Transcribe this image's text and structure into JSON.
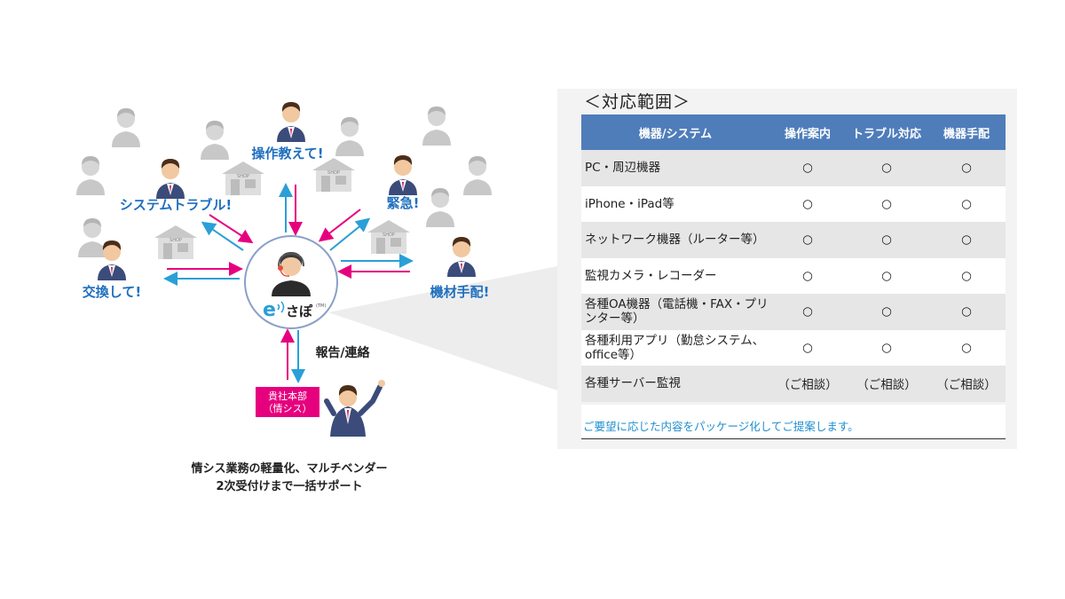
{
  "diagram": {
    "requests": {
      "teach": "操作教えて!",
      "trouble": "システムトラブル!",
      "urgent": "緊急!",
      "exchange": "交換して!",
      "procure": "機材手配!"
    },
    "report_label": "報告/連絡",
    "hq_box": {
      "line1": "貴社本部",
      "line2": "（情シス）"
    },
    "logo": {
      "mark": "e",
      "text": "さぽ",
      "tm": "(TM)"
    },
    "shop_sign": "SHOP",
    "caption": {
      "line1": "情シス業務の軽量化、マルチベンダー",
      "line2": "2次受付けまで一括サポート"
    }
  },
  "panel": {
    "title": "＜対応範囲＞",
    "headers": [
      "機器/システム",
      "操作案内",
      "トラブル対応",
      "機器手配"
    ],
    "rows": [
      {
        "name": "PC・周辺機器",
        "c1": "○",
        "c2": "○",
        "c3": "○"
      },
      {
        "name": "iPhone・iPad等",
        "c1": "○",
        "c2": "○",
        "c3": "○"
      },
      {
        "name": "ネットワーク機器（ルーター等）",
        "c1": "○",
        "c2": "○",
        "c3": "○"
      },
      {
        "name": "監視カメラ・レコーダー",
        "c1": "○",
        "c2": "○",
        "c3": "○"
      },
      {
        "name": "各種OA機器（電話機・FAX・プリンター等）",
        "c1": "○",
        "c2": "○",
        "c3": "○"
      },
      {
        "name": "各種利用アプリ（勤怠システム、office等）",
        "c1": "○",
        "c2": "○",
        "c3": "○"
      },
      {
        "name": "各種サーバー監視",
        "c1": "（ご相談）",
        "c2": "（ご相談）",
        "c3": "（ご相談）"
      }
    ],
    "note": "ご要望に応じた内容をパッケージ化してご提案します。"
  },
  "colors": {
    "accent_blue": "#1f6fbf",
    "arrow_pink": "#e6007e",
    "arrow_blue": "#2a9fd8",
    "header_blue": "#4f7dba",
    "hq_box": "#e6007e"
  }
}
